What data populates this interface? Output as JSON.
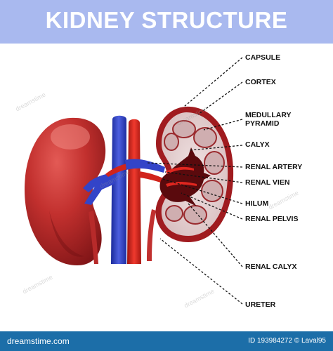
{
  "header": {
    "title": "KIDNEY STRUCTURE",
    "band_color": "#a9b9ef"
  },
  "labels": {
    "capsule": "CAPSULE",
    "cortex": "CORTEX",
    "medullary_pyramid": "MEDULLARY\nPYRAMID",
    "calyx": "CALYX",
    "renal_artery": "RENAL ARTERY",
    "renal_vien": "RENAL VIEN",
    "hilum": "HILUM",
    "renal_pelvis": "RENAL PELVIS",
    "renal_calyx": "RENAL CALYX",
    "ureter": "URETER"
  },
  "watermark": "dreamstime",
  "footer": {
    "id_text": "ID 193984272 © Laval95",
    "brand_text": "dreamstime.com",
    "color": "#1c6ea8"
  },
  "colors": {
    "kidney": "#b8262a",
    "artery": "#e0261f",
    "vein": "#2f3fbf"
  }
}
